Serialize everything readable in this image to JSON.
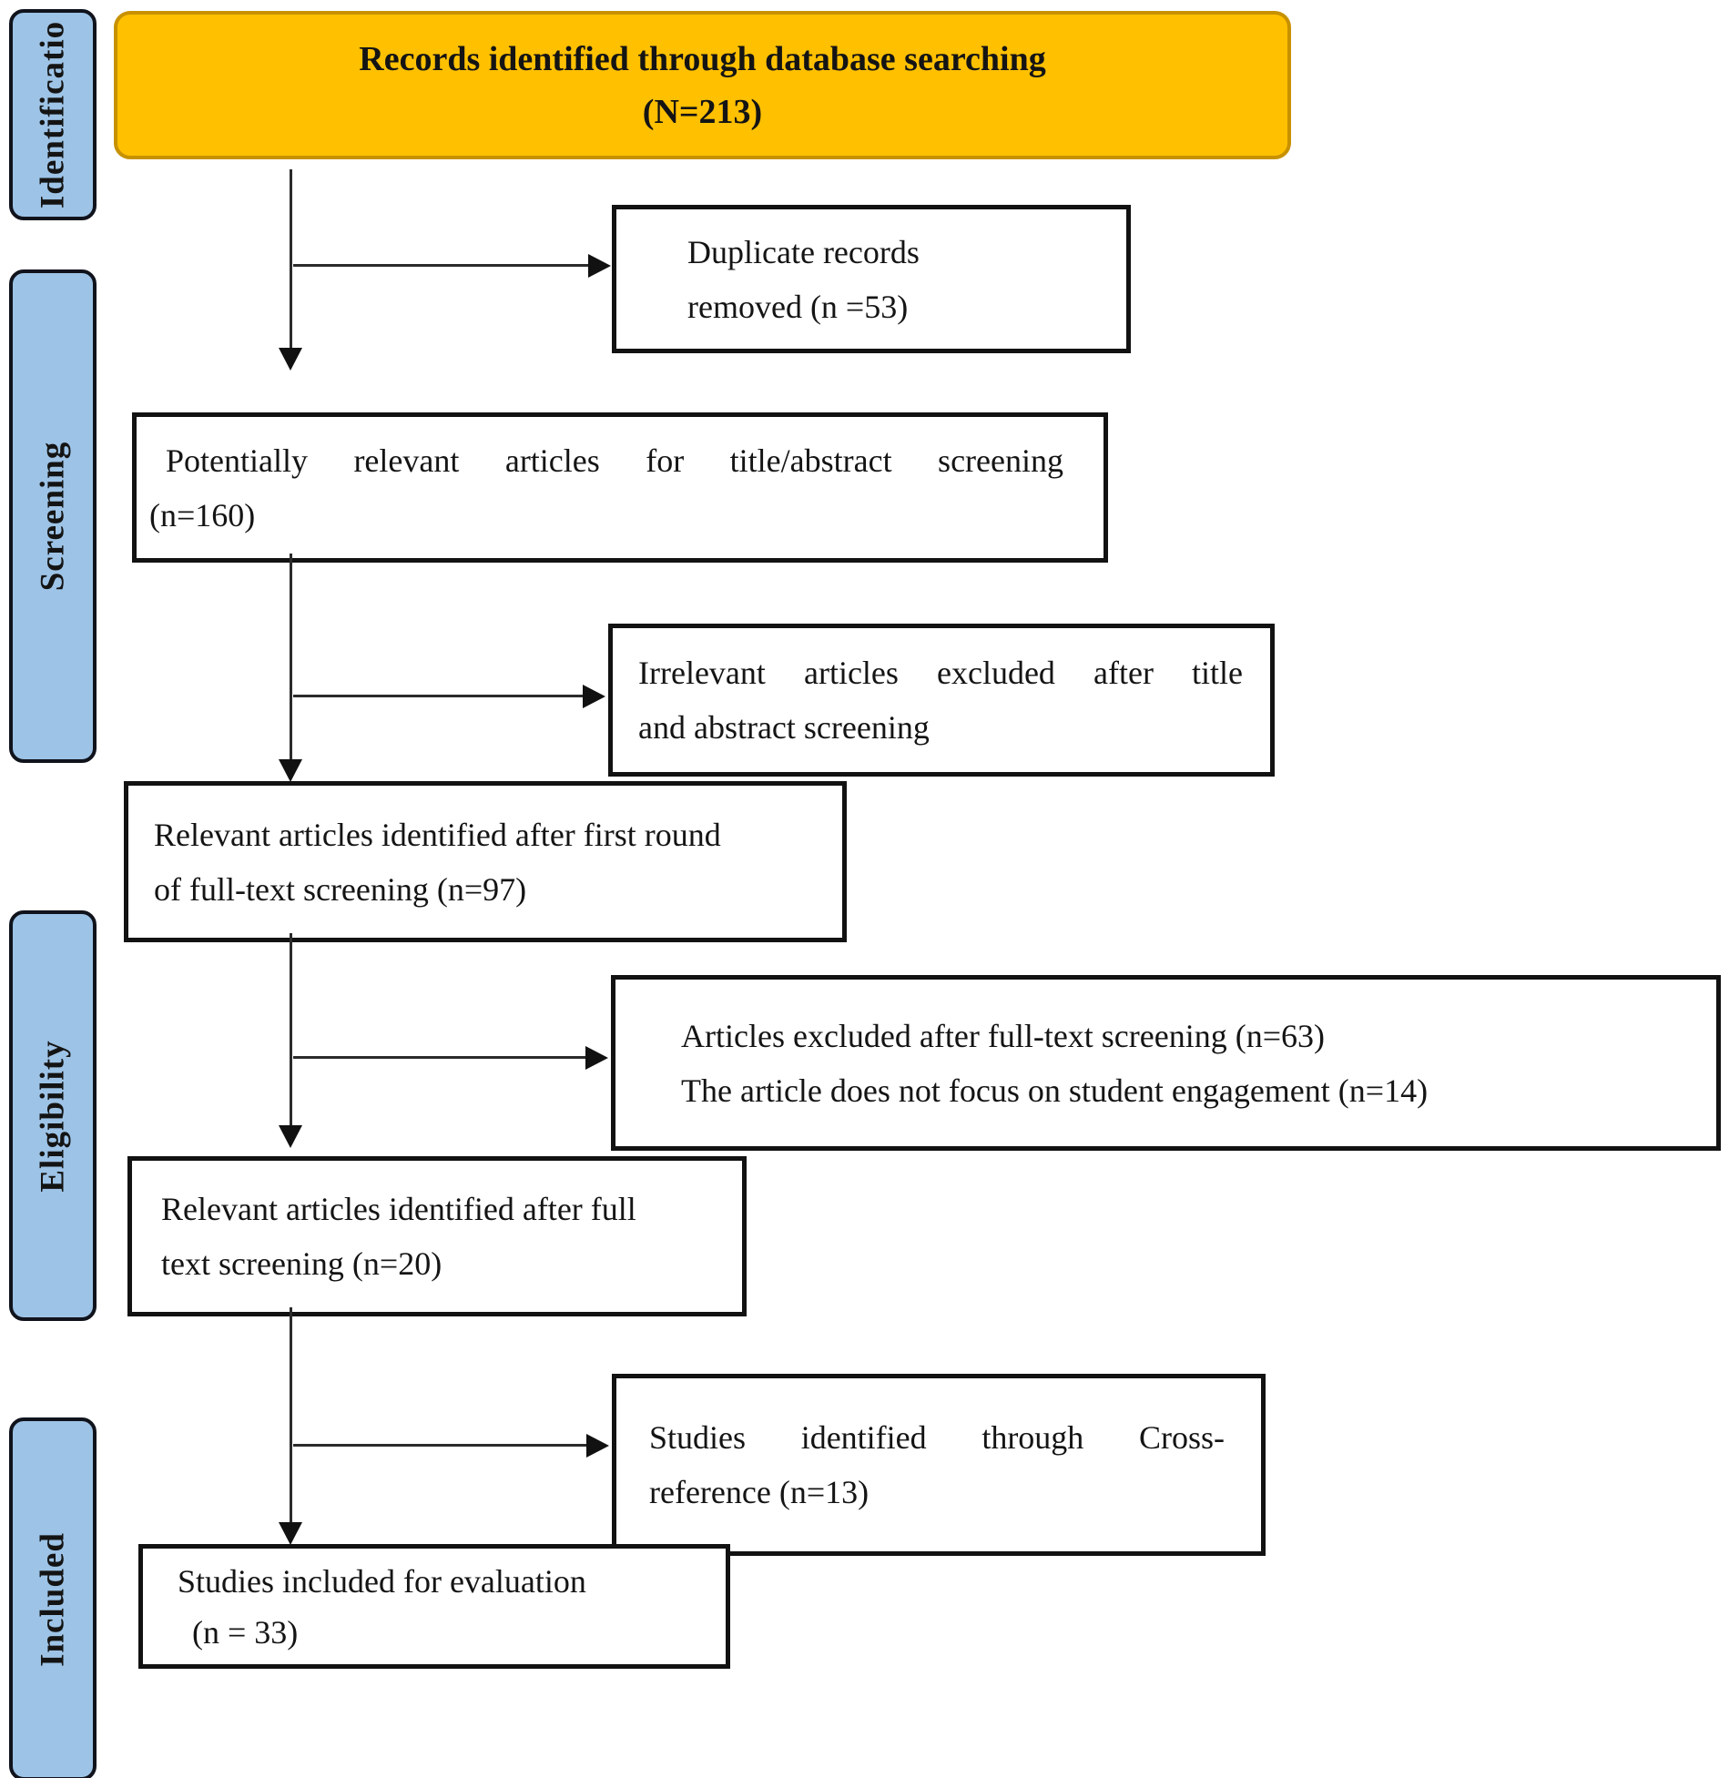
{
  "diagram": {
    "stages": [
      {
        "label": "Identificatio"
      },
      {
        "label": "Screening"
      },
      {
        "label": "Eligibility"
      },
      {
        "label": "Included"
      }
    ],
    "source_box": {
      "line1": "Records identified through database searching",
      "line2": "(N=213)"
    },
    "boxes": {
      "duplicates": {
        "line1": "Duplicate records",
        "line2": "removed (n =53)"
      },
      "title_abstract": {
        "line1": "Potentially relevant articles for title/abstract screening",
        "line2": "(n=160)"
      },
      "irrelevant": {
        "line1": "Irrelevant articles excluded after title",
        "line2": "and abstract screening"
      },
      "first_round": {
        "line1": "Relevant articles identified after first round",
        "line2": "of full-text screening (n=97)"
      },
      "fulltext_excluded": {
        "line1": "Articles excluded after full-text screening (n=63)",
        "line2": "The article does not focus on student engagement (n=14)"
      },
      "fulltext_included": {
        "line1": "Relevant articles identified after full",
        "line2": "text screening (n=20)"
      },
      "crossref": {
        "line1": "Studies identified through Cross-",
        "line2": "reference (n=13)"
      },
      "included": {
        "line1": "Studies included for evaluation",
        "line2": "(n = 33)"
      }
    },
    "colors": {
      "stage_fill": "#9DC3E6",
      "source_fill": "#FFC000",
      "source_border": "#C79100",
      "line_color": "#2b2b2b"
    }
  }
}
